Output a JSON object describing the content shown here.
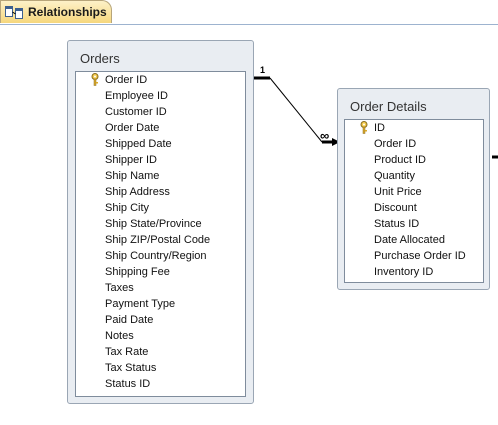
{
  "tab": {
    "label": "Relationships",
    "icon": "relationships-icon"
  },
  "tables": {
    "orders": {
      "title": "Orders",
      "fields": [
        "Order ID",
        "Employee ID",
        "Customer ID",
        "Order Date",
        "Shipped Date",
        "Shipper ID",
        "Ship Name",
        "Ship Address",
        "Ship City",
        "Ship State/Province",
        "Ship ZIP/Postal Code",
        "Ship Country/Region",
        "Shipping Fee",
        "Taxes",
        "Payment Type",
        "Paid Date",
        "Notes",
        "Tax Rate",
        "Tax Status",
        "Status ID"
      ],
      "key_field": "Order ID"
    },
    "order_details": {
      "title": "Order Details",
      "fields": [
        "ID",
        "Order ID",
        "Product ID",
        "Quantity",
        "Unit Price",
        "Discount",
        "Status ID",
        "Date Allocated",
        "Purchase Order ID",
        "Inventory ID"
      ],
      "key_field": "ID"
    }
  },
  "relationship": {
    "one_label": "1",
    "many_label": "∞",
    "line_color": "#000000"
  },
  "colors": {
    "tab_fill": "#f6d77d",
    "window_fill": "#e9edf2",
    "border": "#9aa6b4"
  }
}
